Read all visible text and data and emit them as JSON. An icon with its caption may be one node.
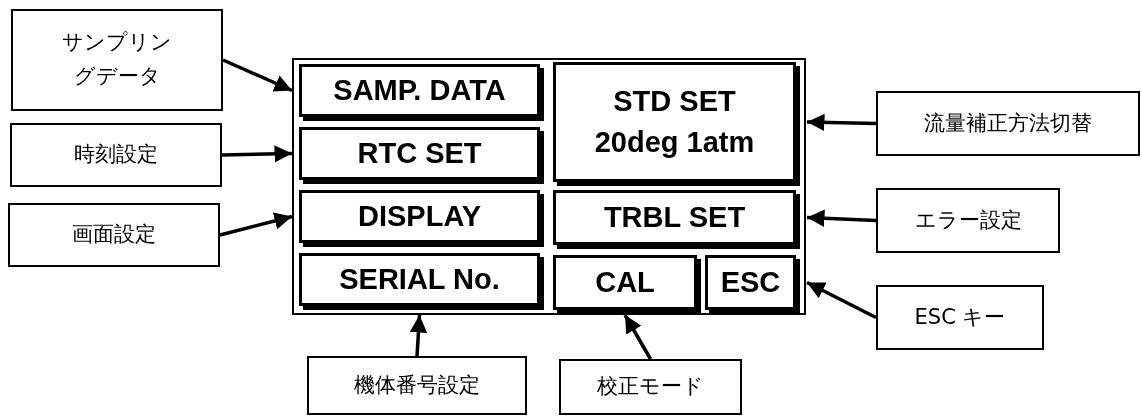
{
  "diagram": {
    "nodes": [
      {
        "text": [],
        "shape": "box"
      },
      {
        "text": [
          "SAMP. DATA"
        ],
        "in": 0
      },
      {
        "text": [
          "STD SET 20deg 1atm"
        ],
        "in": 0
      },
      {
        "text": [
          "RTC SET"
        ],
        "in": 0
      },
      {
        "text": [
          "DISPLAY"
        ],
        "in": 0
      },
      {
        "text": [
          "TRBL SET"
        ],
        "in": 0
      },
      {
        "text": [
          "SERIAL No."
        ],
        "in": 0
      },
      {
        "text": [
          "CAL"
        ],
        "in": 0
      },
      {
        "text": [
          "ESC"
        ],
        "in": 0
      },
      {
        "text": [
          "サンプリングデータ"
        ]
      },
      {
        "text": [
          "時刻設定"
        ]
      },
      {
        "text": [
          "画面設定"
        ]
      },
      {
        "text": [
          "流量補正方法切替"
        ]
      },
      {
        "text": [
          "エラー設定"
        ]
      },
      {
        "text": [
          "ESC キー"
        ]
      },
      {
        "text": [
          "機体番号設定"
        ]
      },
      {
        "text": [
          "校正モード"
        ]
      }
    ],
    "edges": [
      {
        "from": 9,
        "to": 1,
        "arrow": "to"
      },
      {
        "from": 10,
        "to": 3,
        "arrow": "to"
      },
      {
        "from": 11,
        "to": 4,
        "arrow": "to"
      },
      {
        "from": 12,
        "to": 2,
        "arrow": "to"
      },
      {
        "from": 13,
        "to": 5,
        "arrow": "to"
      },
      {
        "from": 14,
        "to": 8,
        "arrow": "to"
      },
      {
        "from": 15,
        "to": 6,
        "arrow": "to"
      },
      {
        "from": 16,
        "to": 7,
        "arrow": "to"
      }
    ]
  }
}
